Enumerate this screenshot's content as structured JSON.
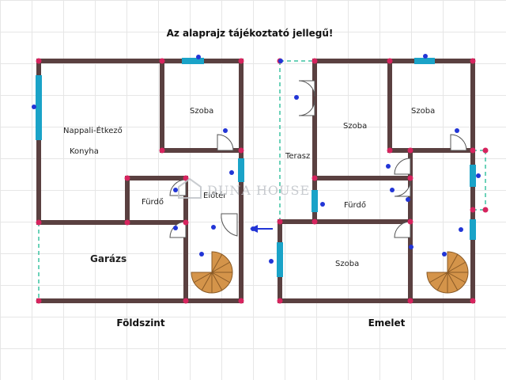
{
  "title": "Az alaprajz tájékoztató jellegű!",
  "ground_floor": {
    "label": "Földszint",
    "rooms": {
      "living": "Nappali-Étkező",
      "kitchen": "Konyha",
      "room": "Szoba",
      "bathroom": "Fürdő",
      "hall": "Előtér",
      "garage": "Garázs"
    }
  },
  "upper_floor": {
    "label": "Emelet",
    "rooms": {
      "terrace": "Terasz",
      "room_left": "Szoba",
      "room_right": "Szoba",
      "bathroom": "Fürdő",
      "room_bottom": "Szoba"
    }
  },
  "watermark": "DUNA HOUSE",
  "colors": {
    "wall": "#5a4040",
    "window": "#1aa3c8",
    "node": "#d6245e",
    "dot": "#2235d6",
    "stair": "#d4944a",
    "dashed": "#3cc4a2"
  }
}
